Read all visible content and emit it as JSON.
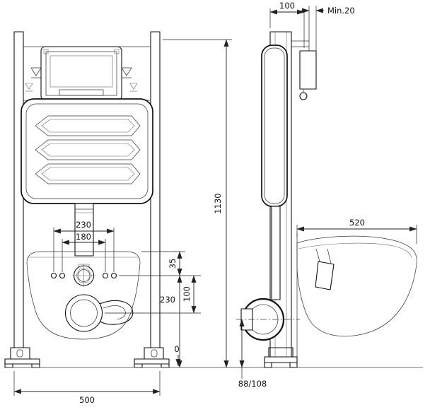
{
  "drawing": {
    "title": "concealed-cistern-frame-installation-drawing",
    "front": {
      "overall_width": "500",
      "overall_height": "1130",
      "fixing_spacing_outer": "230",
      "fixing_spacing_inner": "180",
      "rim_to_fixing": "35",
      "fixing_to_outlet": "100",
      "outlet_to_floor": "230",
      "floor_level": "0"
    },
    "side": {
      "frame_depth": "100",
      "wall_clearance": "Min.20",
      "bowl_depth": "520",
      "outlet_height": "88/108"
    }
  }
}
